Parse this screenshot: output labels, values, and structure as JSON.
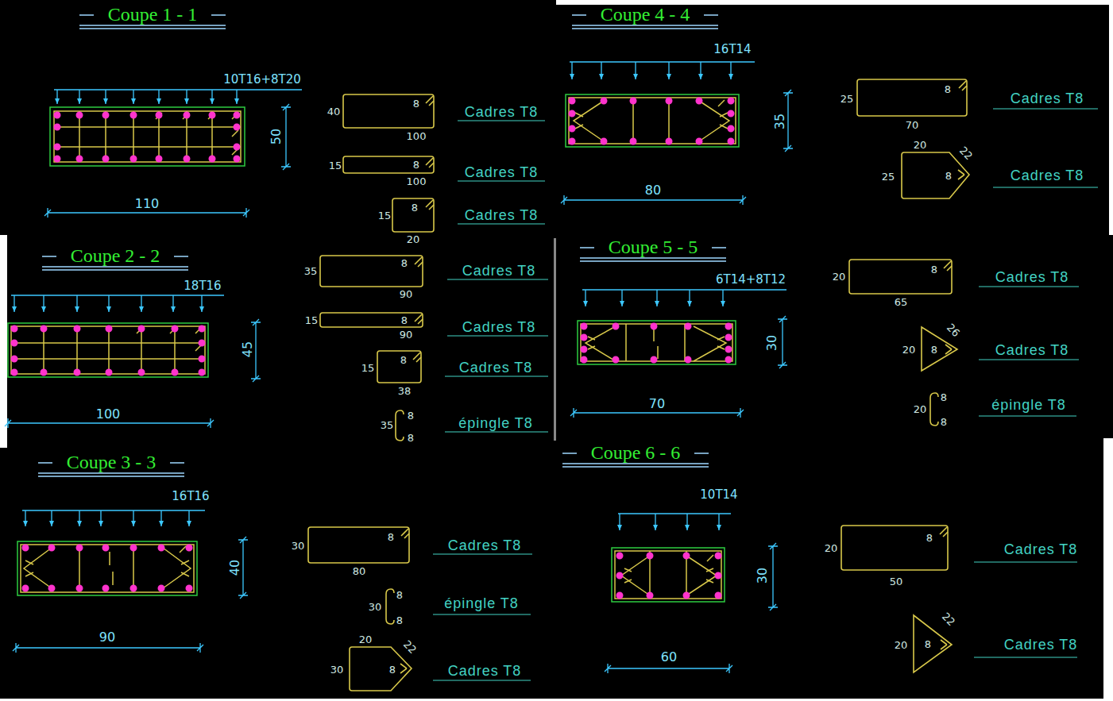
{
  "diagram": {
    "labels": [
      "Coupe 1 - 1",
      "10T16+8T20",
      "50",
      "110",
      "40",
      "8",
      "100",
      "Cadres T8",
      "15",
      "8",
      "100",
      "Cadres T8",
      "15",
      "8",
      "20",
      "Cadres T8",
      "Coupe 2 - 2",
      "18T16",
      "45",
      "100",
      "35",
      "8",
      "90",
      "Cadres T8",
      "15",
      "8",
      "90",
      "Cadres T8",
      "15",
      "8",
      "38",
      "Cadres T8",
      "35",
      "8",
      "8",
      "épingle T8",
      "Coupe 3 - 3",
      "16T16",
      "40",
      "90",
      "30",
      "8",
      "80",
      "Cadres T8",
      "30",
      "8",
      "8",
      "épingle T8",
      "20",
      "22",
      "30",
      "8",
      "Cadres T8",
      "Coupe 4 - 4",
      "16T14",
      "35",
      "80",
      "25",
      "8",
      "70",
      "Cadres T8",
      "20",
      "22",
      "25",
      "8",
      "Cadres T8",
      "Coupe 5 - 5",
      "6T14+8T12",
      "30",
      "70",
      "20",
      "8",
      "65",
      "Cadres T8",
      "26",
      "20",
      "8",
      "Cadres T8",
      "20",
      "8",
      "8",
      "épingle T8",
      "Coupe 6 - 6",
      "10T14",
      "30",
      "60",
      "20",
      "8",
      "50",
      "Cadres T8",
      "22",
      "20",
      "8",
      "Cadres T8"
    ]
  }
}
